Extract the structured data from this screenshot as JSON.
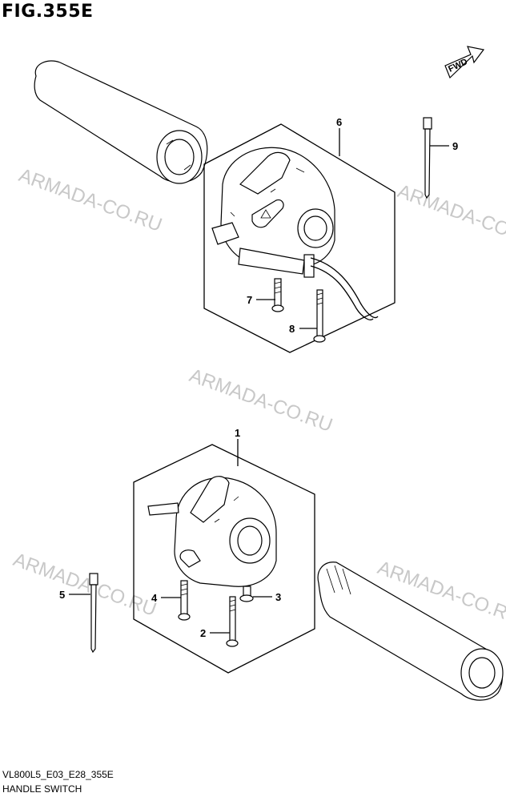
{
  "figure": {
    "title": "FIG.355E"
  },
  "footer": {
    "code": "VL800L5_E03_E28_355E",
    "name": "HANDLE SWITCH"
  },
  "fwd_label": "FWD",
  "watermark": "ARMADA-CO.RU",
  "callouts": {
    "c1": "1",
    "c2": "2",
    "c3": "3",
    "c4": "4",
    "c5": "5",
    "c6": "6",
    "c7": "7",
    "c8": "8",
    "c9": "9"
  }
}
